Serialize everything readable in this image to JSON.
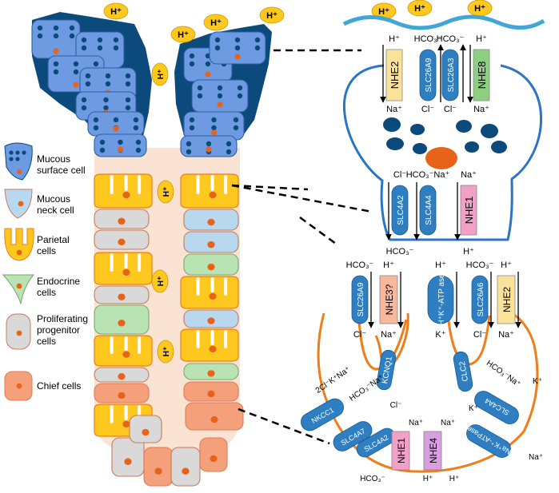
{
  "colors": {
    "mucous_dark": "#0b4a7a",
    "mucous_light": "#6d9ae0",
    "neck": "#b7d8ee",
    "parietal": "#ffc81e",
    "endocrine": "#b9e3b2",
    "progenitor": "#d9d9d9",
    "chief": "#f4a07a",
    "nucleus": "#e8621a",
    "transporter_blue": "#2e7fc2",
    "nhe_yellow": "#fbe29a",
    "nhe_green": "#8ccf7e",
    "nhe_pink": "#f2a0c8",
    "nhe_salmon": "#f7b89c",
    "nhe4_purple": "#d8a0e0",
    "cell_outline": "#2b75c2",
    "parietal_outline": "#ef7d1a",
    "lumen_wash": "#fbe3d3"
  },
  "proton": "H⁺",
  "legend": [
    {
      "kind": "mucous-surface",
      "lines": [
        "Mucous",
        "surface cell"
      ]
    },
    {
      "kind": "mucous-neck",
      "lines": [
        "Mucous",
        "neck cell"
      ]
    },
    {
      "kind": "parietal",
      "lines": [
        "Parietal",
        "cells"
      ]
    },
    {
      "kind": "endocrine",
      "lines": [
        "Endocrine",
        "cells"
      ]
    },
    {
      "kind": "progenitor",
      "lines": [
        "Proliferating",
        "progenitor",
        "cells"
      ]
    },
    {
      "kind": "chief",
      "lines": [
        "Chief cells"
      ]
    }
  ],
  "surface_cell": {
    "apical_transporters": [
      "NHE2",
      "SLC26A9",
      "SLC26A3",
      "NHE8"
    ],
    "apical_ions_top": [
      "H⁺",
      "HCO₃⁻",
      "HCO₃⁻",
      "H⁺"
    ],
    "apical_ions_bottom": [
      "Na⁺",
      "Cl⁻",
      "Cl⁻",
      "Na⁺"
    ],
    "basolateral_transporters": [
      "SLC4A2",
      "SLC4A4",
      "NHE1"
    ],
    "basolateral_ions_top": [
      "Cl⁻",
      "HCO₃⁻Na⁺",
      "Na⁺"
    ],
    "basolateral_ions_bottom": [
      "HCO₃⁻",
      "",
      "H⁺"
    ]
  },
  "parietal_cell": {
    "apical_transporters": [
      "SLC26A9",
      "NHE3?",
      "H⁺K⁺-ATP ase",
      "SLC26A6",
      "NHE2"
    ],
    "apical_ions_top": [
      "HCO₃⁻",
      "H⁺",
      "H⁺",
      "HCO₃⁻",
      "H⁺"
    ],
    "apical_ions_bottom": [
      "Cl⁻",
      "Na⁺",
      "K⁺",
      "Cl⁻",
      "Na⁺"
    ],
    "channels": [
      "KCNQ1",
      "CLC2"
    ],
    "basolateral_transporters": [
      "NKCC1",
      "SLC4A7",
      "SLC4A2",
      "NHE1",
      "NHE4",
      "SLC4A4",
      "Na⁺K⁺-ATPase"
    ],
    "basolateral_ions": [
      "2Cl⁻K⁺Na⁺",
      "HCO₃⁻Na⁺",
      "Cl⁻",
      "Na⁺",
      "Na⁺",
      "K⁺",
      "HCO₃⁻Na⁺",
      "K⁺",
      "Na⁺",
      "HCO₃⁻",
      "H⁺",
      "H⁺"
    ]
  }
}
